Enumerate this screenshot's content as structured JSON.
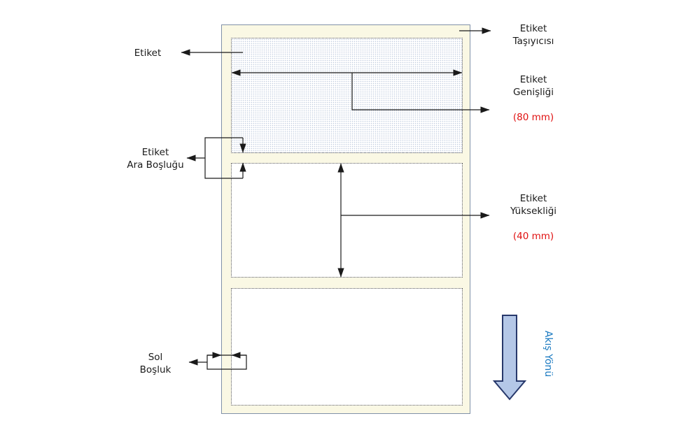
{
  "colors": {
    "text": "#1a1a1a",
    "line": "#1a1a1a",
    "carrier_fill": "#FAF8E4",
    "carrier_border": "#8191A8",
    "label_border": "#555555",
    "dot_pattern": "rgba(140,162,196,0.55)",
    "dimension_value": "#E01111",
    "flow_arrow_fill": "#B4C7E7",
    "flow_arrow_border": "#27386B",
    "flow_text": "#1B7AC1"
  },
  "annotations": {
    "label": {
      "text": "Etiket"
    },
    "carrier": {
      "text": "Etiket\nTaşıyıcısı"
    },
    "width": {
      "title": "Etiket\nGenişliği",
      "value": "(80 mm)"
    },
    "gap": {
      "text": "Etiket\nAra Boşluğu"
    },
    "height": {
      "title": "Etiket\nYüksekliği",
      "value": "(40 mm)"
    },
    "left_margin": {
      "text": "Sol\nBoşluk"
    },
    "flow_direction": {
      "text": "Akış Yönü"
    }
  }
}
